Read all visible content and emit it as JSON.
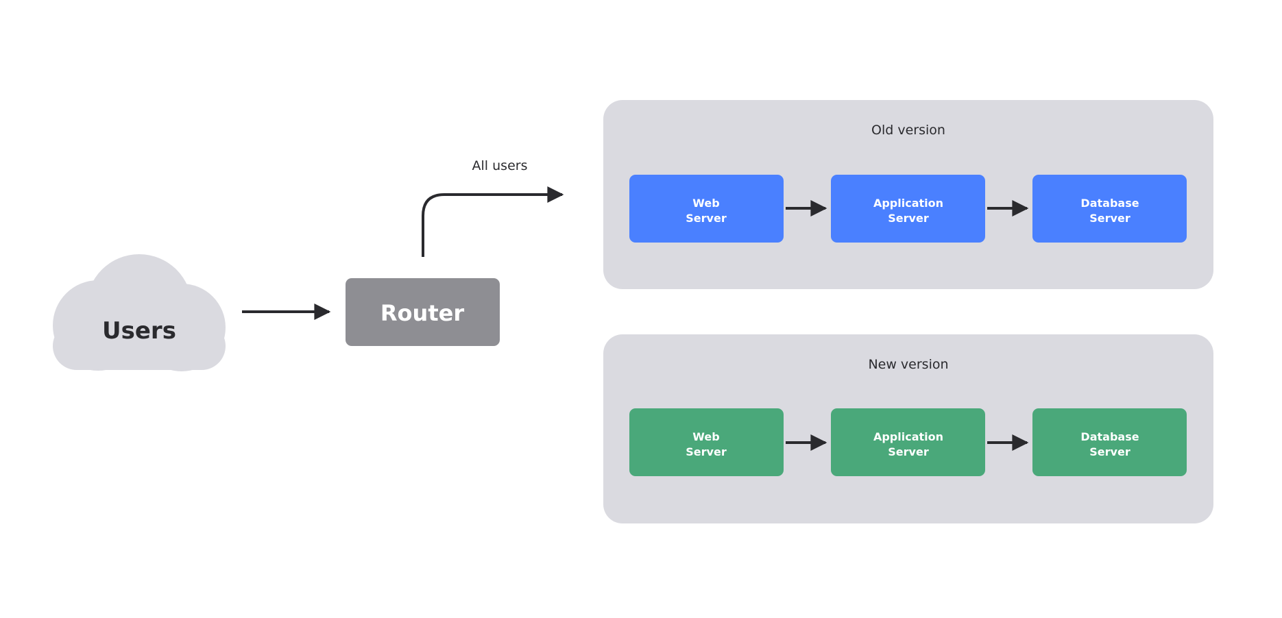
{
  "colors": {
    "group_bg": "#dadae0",
    "cloud": "#dadae0",
    "router": "#8e8e93",
    "old_server": "#4a80ff",
    "new_server": "#4aa87a",
    "arrow": "#2a2a2e",
    "text_dark": "#2a2a2e"
  },
  "users": {
    "label": "Users"
  },
  "router": {
    "label": "Router"
  },
  "routing_edge": {
    "label": "All users"
  },
  "old_version": {
    "label": "Old version",
    "servers": [
      {
        "line1": "Web",
        "line2": "Server"
      },
      {
        "line1": "Application",
        "line2": "Server"
      },
      {
        "line1": "Database",
        "line2": "Server"
      }
    ]
  },
  "new_version": {
    "label": "New version",
    "servers": [
      {
        "line1": "Web",
        "line2": "Server"
      },
      {
        "line1": "Application",
        "line2": "Server"
      },
      {
        "line1": "Database",
        "line2": "Server"
      }
    ]
  }
}
